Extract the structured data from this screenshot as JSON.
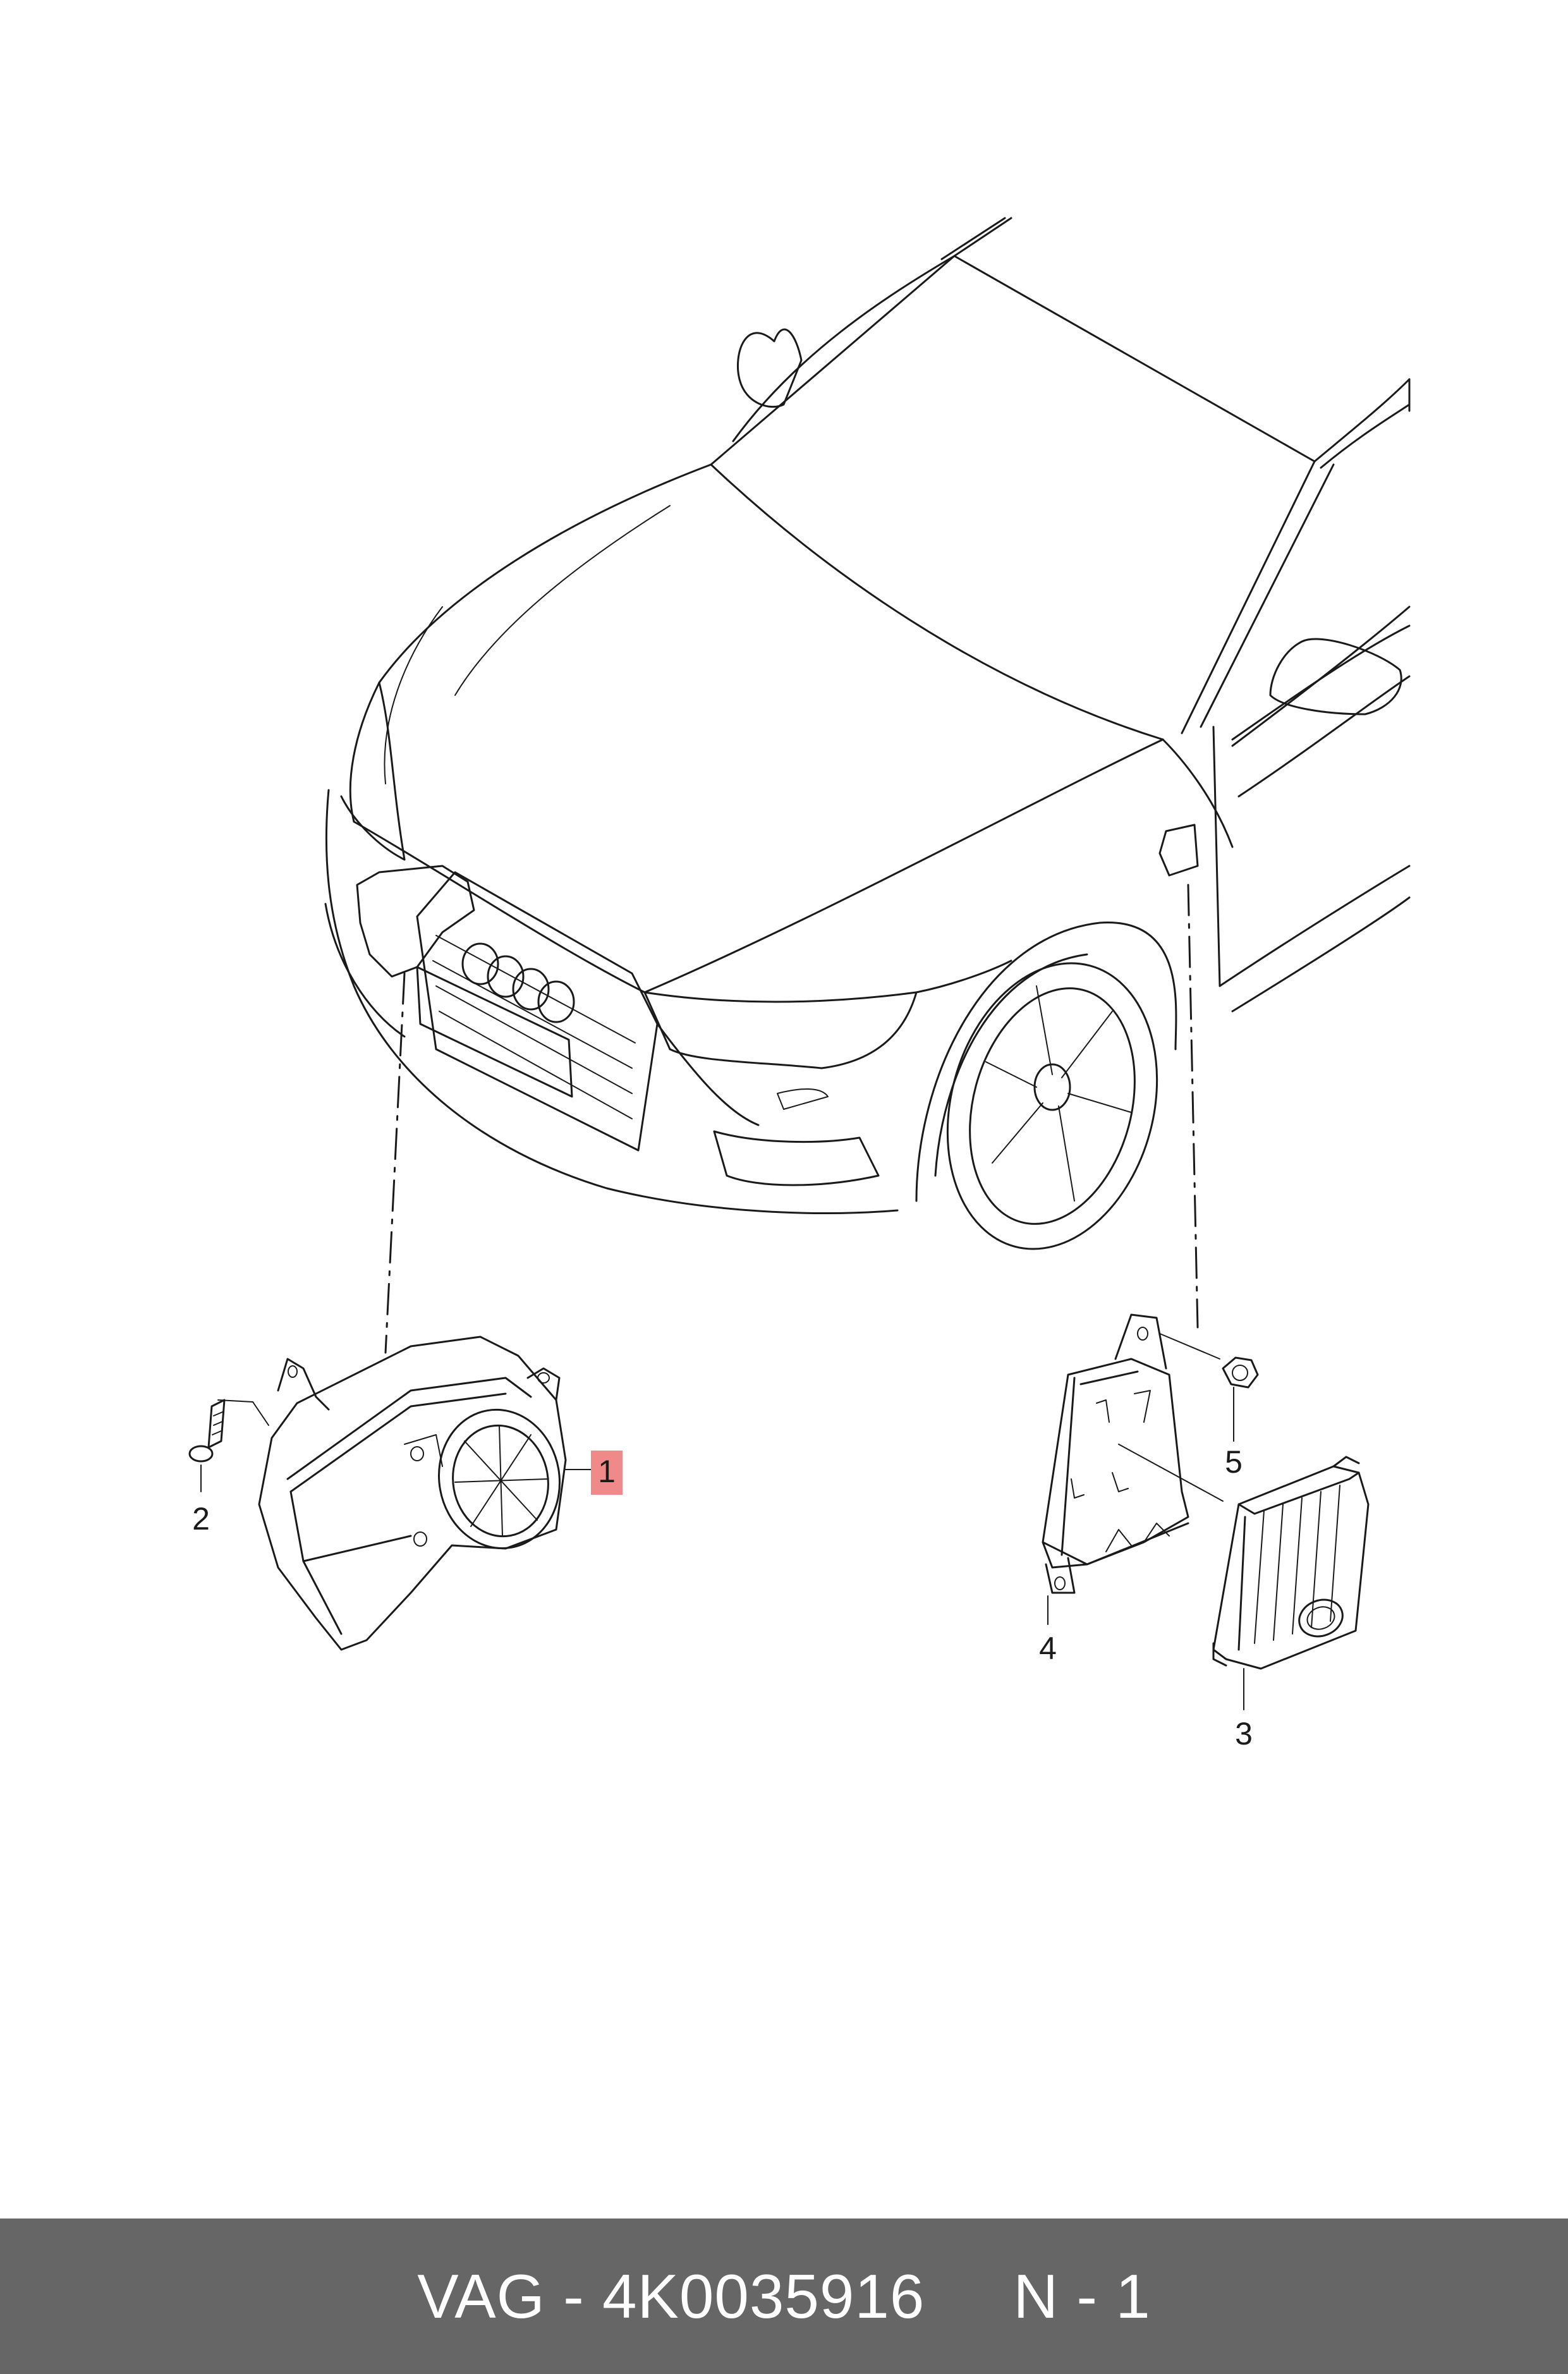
{
  "callouts": [
    {
      "id": "1",
      "label": "1",
      "highlighted": true,
      "highlight_color": "#f08a8a"
    },
    {
      "id": "2",
      "label": "2",
      "highlighted": false
    },
    {
      "id": "3",
      "label": "3",
      "highlighted": false
    },
    {
      "id": "4",
      "label": "4",
      "highlighted": false
    },
    {
      "id": "5",
      "label": "5",
      "highlighted": false
    }
  ],
  "footer": {
    "part_number": "VAG - 4K0035916",
    "position": "N - 1",
    "background": "#666666"
  }
}
